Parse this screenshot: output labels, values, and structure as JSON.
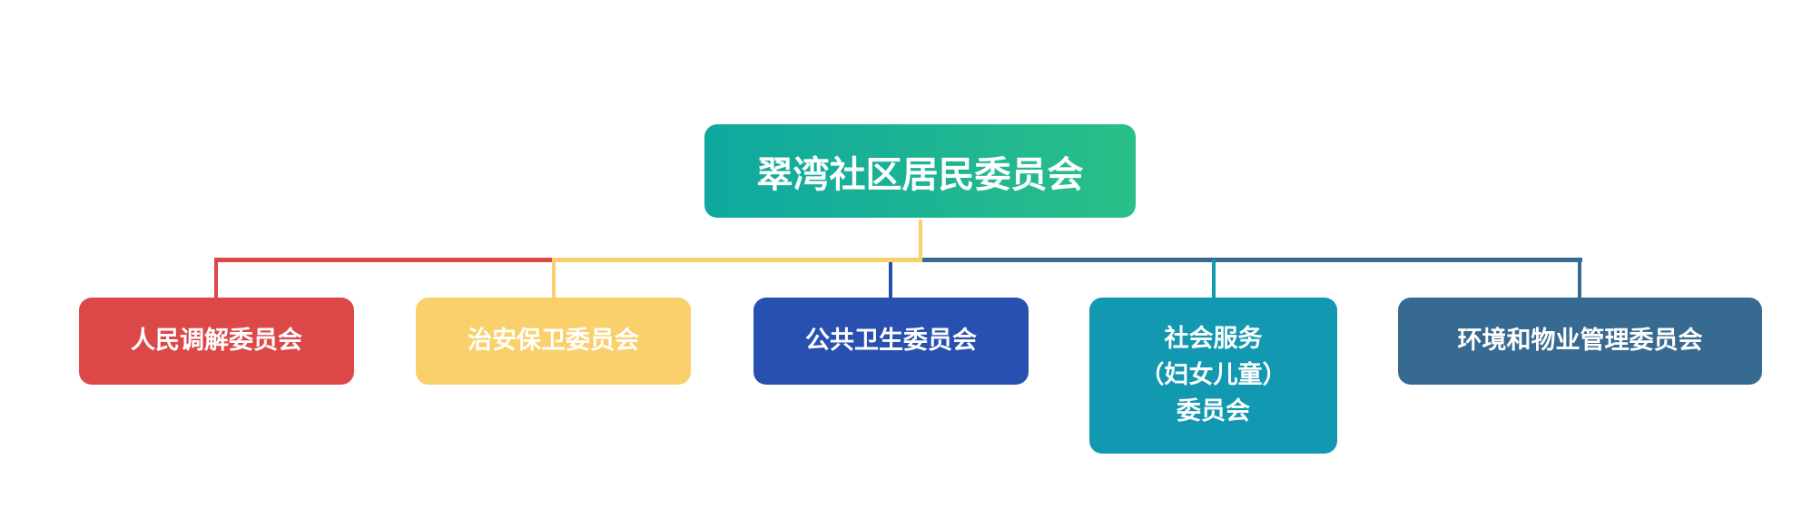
{
  "root": {
    "label": "翠湾社区居民委员会"
  },
  "children": [
    {
      "label": "人民调解委员会",
      "color": "#dc4848"
    },
    {
      "label": "治安保卫委员会",
      "color": "#f9d06b"
    },
    {
      "label": "公共卫生委员会",
      "color": "#2850b0"
    },
    {
      "label_lines": [
        "社会服务",
        "（妇女儿童）",
        "委员会"
      ],
      "color": "#1298b0"
    },
    {
      "label": "环境和物业管理委员会",
      "color": "#376a90"
    }
  ]
}
